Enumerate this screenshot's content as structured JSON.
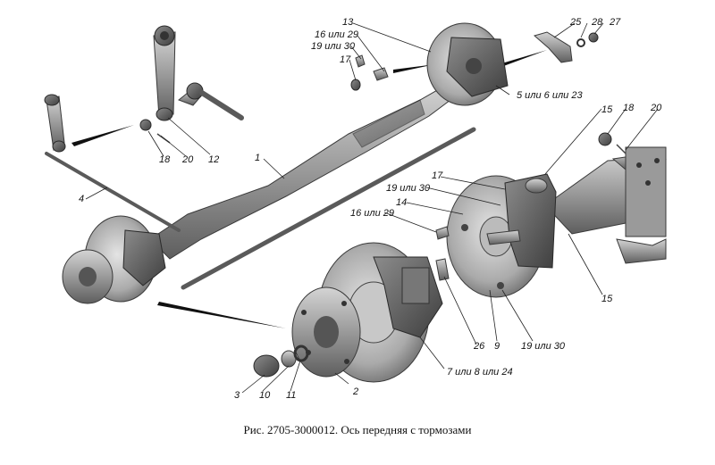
{
  "caption": "Рис. 2705-3000012. Ось передняя с тормозами",
  "labels": {
    "l1": "1",
    "l2": "2",
    "l3": "3",
    "l4": "4",
    "l5": "5 или 6 или 23",
    "l7": "7 или 8 или 24",
    "l9": "9",
    "l10": "10",
    "l11": "11",
    "l12": "12",
    "l13": "13",
    "l14": "14",
    "l15a": "15",
    "l15b": "15",
    "l16a": "16 или 29",
    "l16b": "16 или 29",
    "l17a": "17",
    "l17b": "17",
    "l18a": "18",
    "l18b": "18",
    "l19a": "19 или 30",
    "l19b": "19 или 30",
    "l19c": "19 или 30",
    "l20a": "20",
    "l20b": "20",
    "l25": "25",
    "l26": "26",
    "l27": "27",
    "l28": "28"
  }
}
